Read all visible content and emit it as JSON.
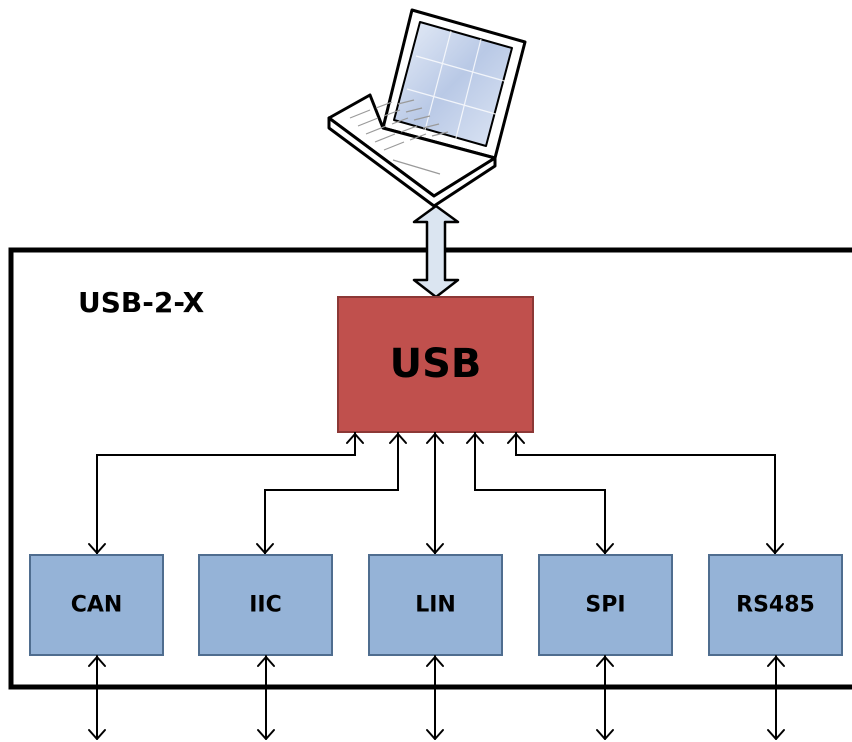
{
  "diagram": {
    "enclosure_label": "USB-2-X",
    "hub": {
      "label": "USB",
      "fill": "#c0504d",
      "stroke": "#8c3836"
    },
    "interfaces": [
      {
        "label": "CAN"
      },
      {
        "label": "IIC"
      },
      {
        "label": "LIN"
      },
      {
        "label": "SPI"
      },
      {
        "label": "RS485"
      }
    ],
    "interface_fill": "#95b3d7",
    "interface_stroke": "#4f6d8f",
    "link_arrow_fill": "#dbe5f1",
    "icons": {
      "computer": "laptop-icon"
    }
  }
}
